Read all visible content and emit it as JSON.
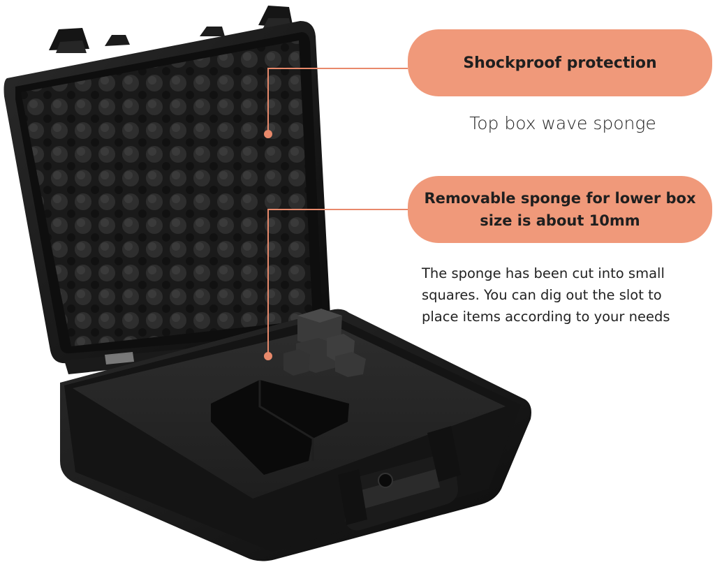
{
  "accent_color": "#f0997a",
  "callouts": [
    {
      "title_lines": [
        "Shockproof protection"
      ],
      "caption_lines": [
        "Top box wave sponge"
      ]
    },
    {
      "title_lines": [
        "Removable sponge for lower box",
        "size is about 10mm"
      ],
      "caption_lines": [
        "The sponge has been cut into small",
        "squares. You can dig out the slot to",
        "place items according to your needs"
      ]
    }
  ]
}
